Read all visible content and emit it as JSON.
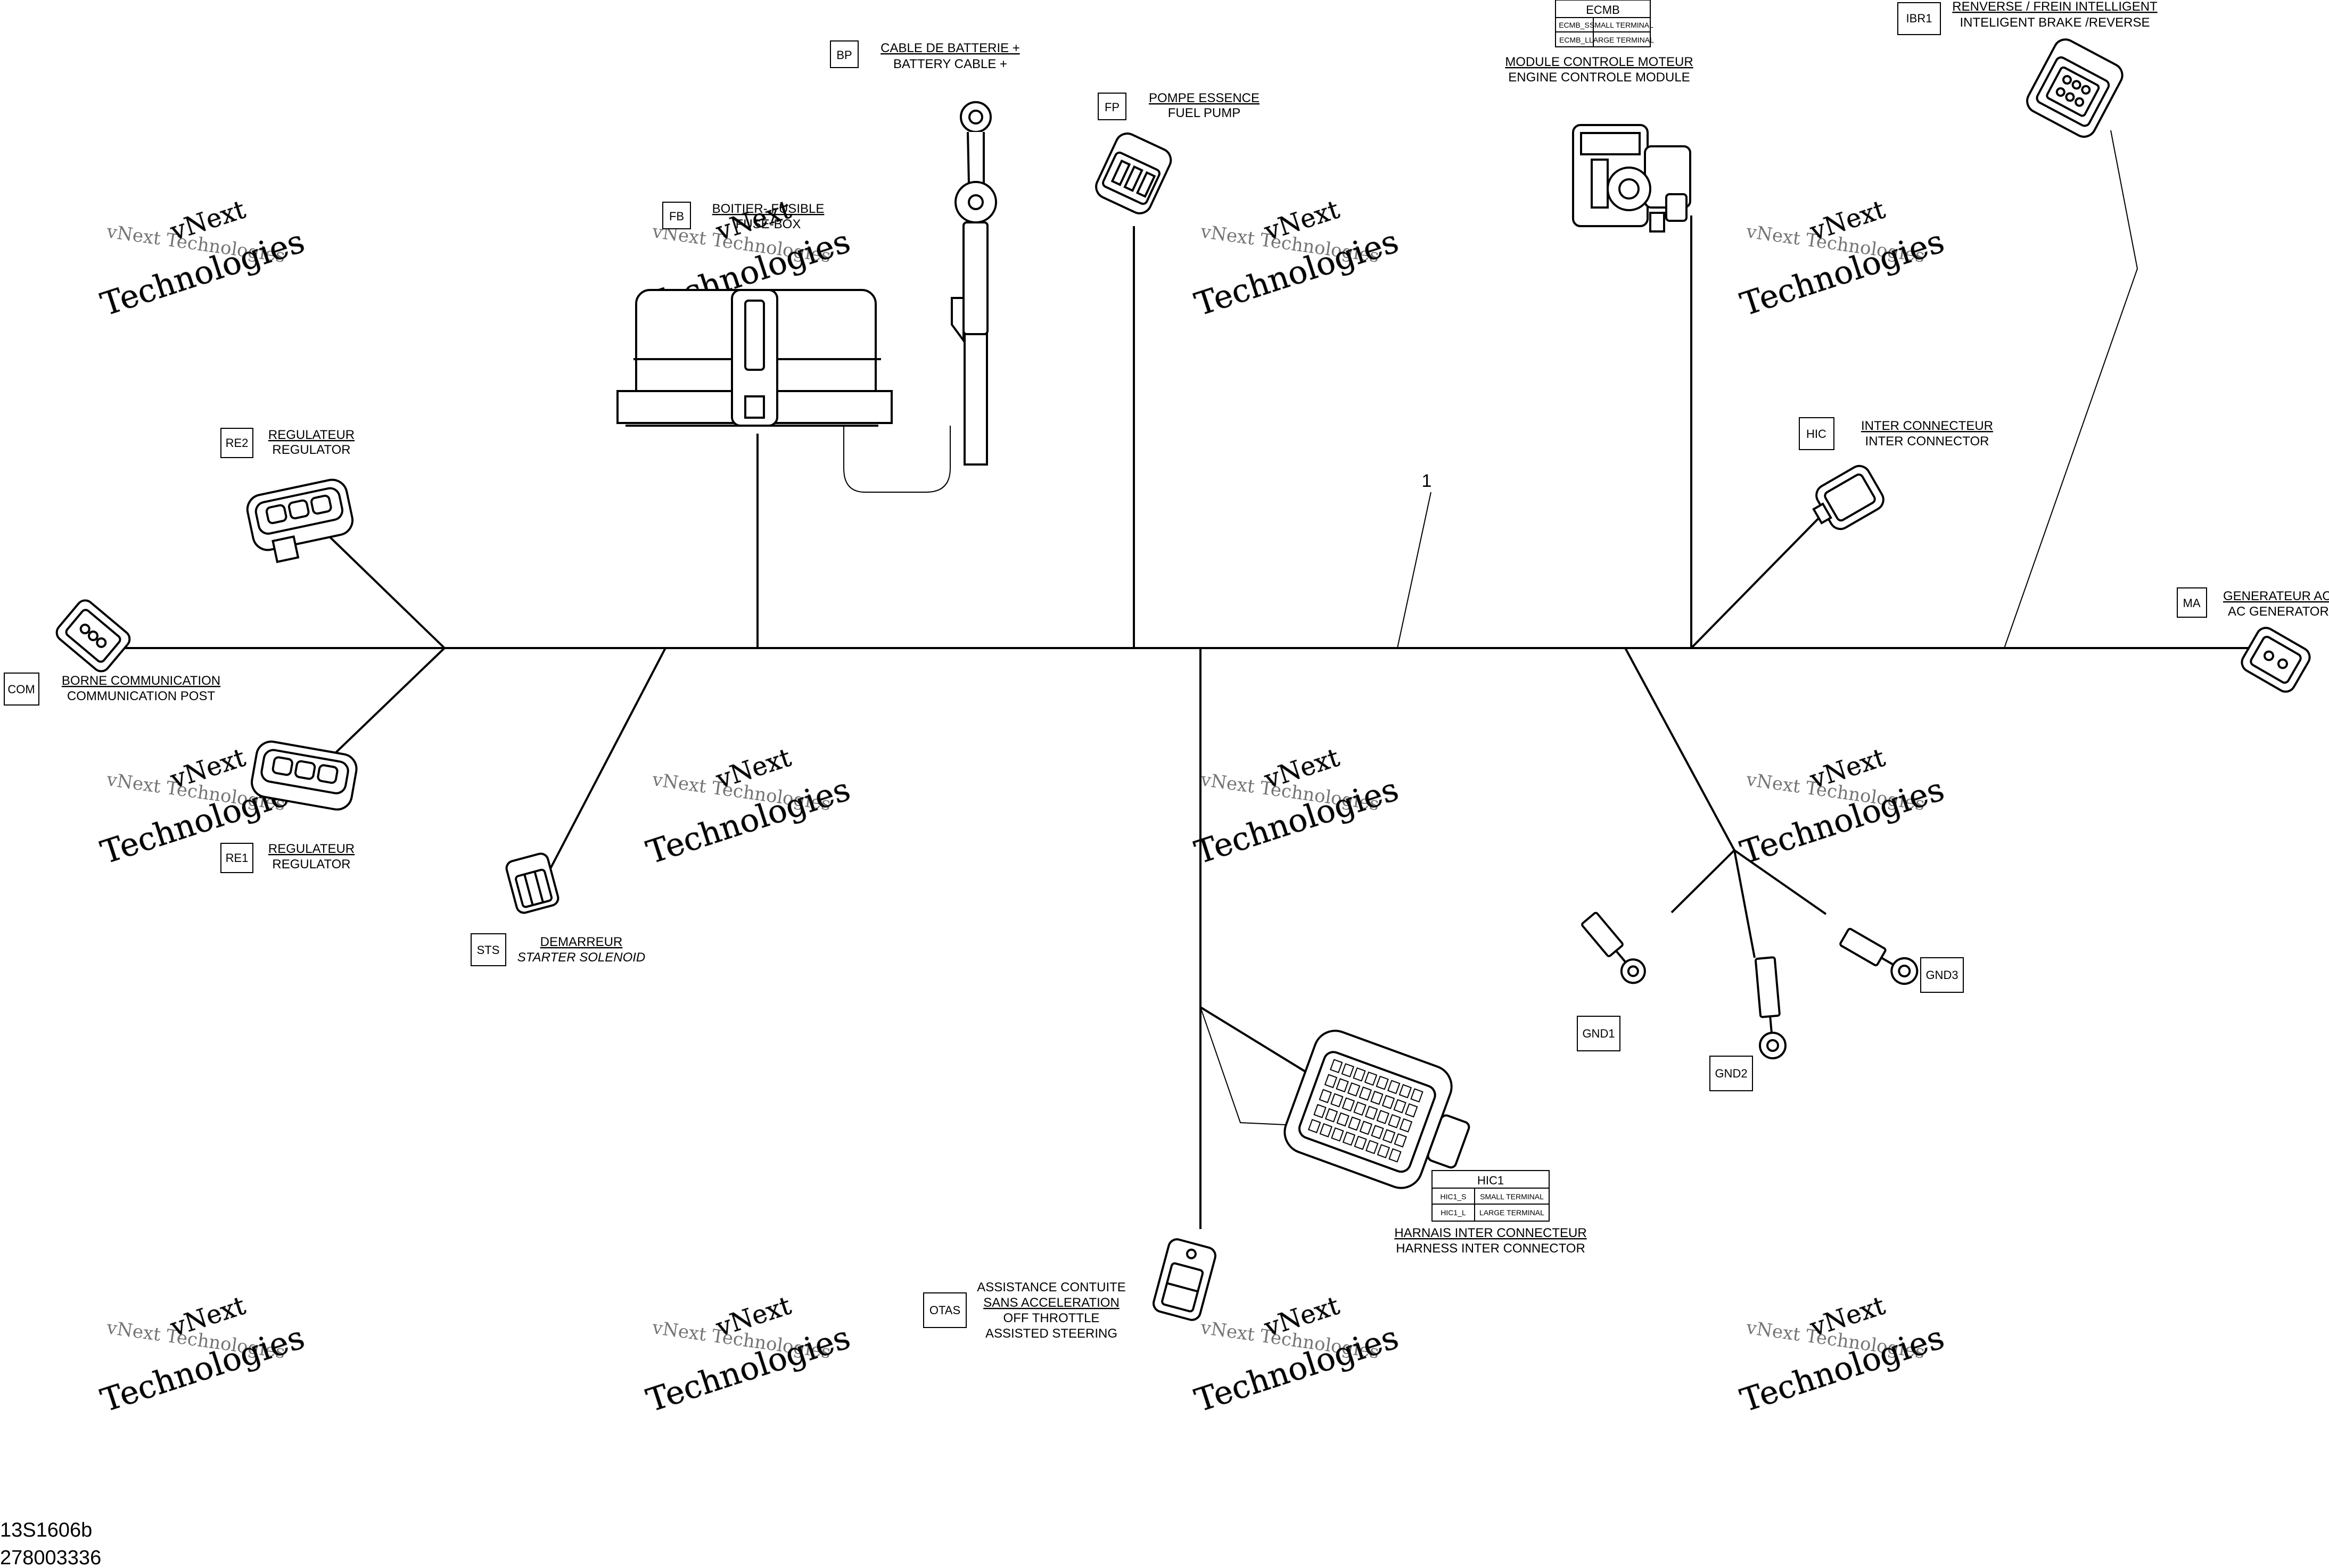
{
  "diagram": {
    "item_number": "1",
    "footer_codes": [
      "13S1606b",
      "278003336"
    ],
    "watermark": {
      "line1": "vNext Technologies",
      "line2": "vNext",
      "line3": "Technologies"
    },
    "connectors": {
      "bp": {
        "code": "BP",
        "line1": "CABLE DE BATTERIE +",
        "line2": "BATTERY CABLE +"
      },
      "fp": {
        "code": "FP",
        "line1": "POMPE ESSENCE",
        "line2": "FUEL PUMP"
      },
      "fb": {
        "code": "FB",
        "line1": "BOITIER- FUSIBLE",
        "line2": "FUSE-BOX"
      },
      "ecmb": {
        "code": "ECMB",
        "line1": "MODULE CONTROLE MOTEUR",
        "line2": "ENGINE CONTROLE MODULE",
        "rows": [
          {
            "pin": "ECMB_S",
            "desc": "SMALL TERMINAL"
          },
          {
            "pin": "ECMB_L",
            "desc": "LARGE TERMINAL"
          }
        ]
      },
      "ibr1": {
        "code": "IBR1",
        "line1": "RENVERSE / FREIN INTELLIGENT",
        "line2": "INTELIGENT BRAKE /REVERSE"
      },
      "re2": {
        "code": "RE2",
        "line1": "REGULATEUR",
        "line2": "REGULATOR"
      },
      "hic": {
        "code": "HIC",
        "line1": "INTER CONNECTEUR",
        "line2": "INTER CONNECTOR"
      },
      "ma": {
        "code": "MA",
        "line1": "GENERATEUR AC",
        "line2": "AC GENERATOR"
      },
      "com": {
        "code": "COM",
        "line1": "BORNE COMMUNICATION",
        "line2": "COMMUNICATION POST"
      },
      "re1": {
        "code": "RE1",
        "line1": "REGULATEUR",
        "line2": "REGULATOR"
      },
      "sts": {
        "code": "STS",
        "line1": "DEMARREUR",
        "line2": "STARTER SOLENOID"
      },
      "gnd1": {
        "code": "GND1"
      },
      "gnd2": {
        "code": "GND2"
      },
      "gnd3": {
        "code": "GND3"
      },
      "hic1": {
        "code": "HIC1",
        "line1": "HARNAIS INTER CONNECTEUR",
        "line2": "HARNESS INTER CONNECTOR",
        "rows": [
          {
            "pin": "HIC1_S",
            "desc": "SMALL TERMINAL"
          },
          {
            "pin": "HIC1_L",
            "desc": "LARGE TERMINAL"
          }
        ]
      },
      "otas": {
        "code": "OTAS",
        "line1": "ASSISTANCE CONTUITE",
        "line2": "SANS ACCELERATION",
        "line3": "OFF THROTTLE",
        "line4": "ASSISTED STEERING"
      }
    }
  }
}
